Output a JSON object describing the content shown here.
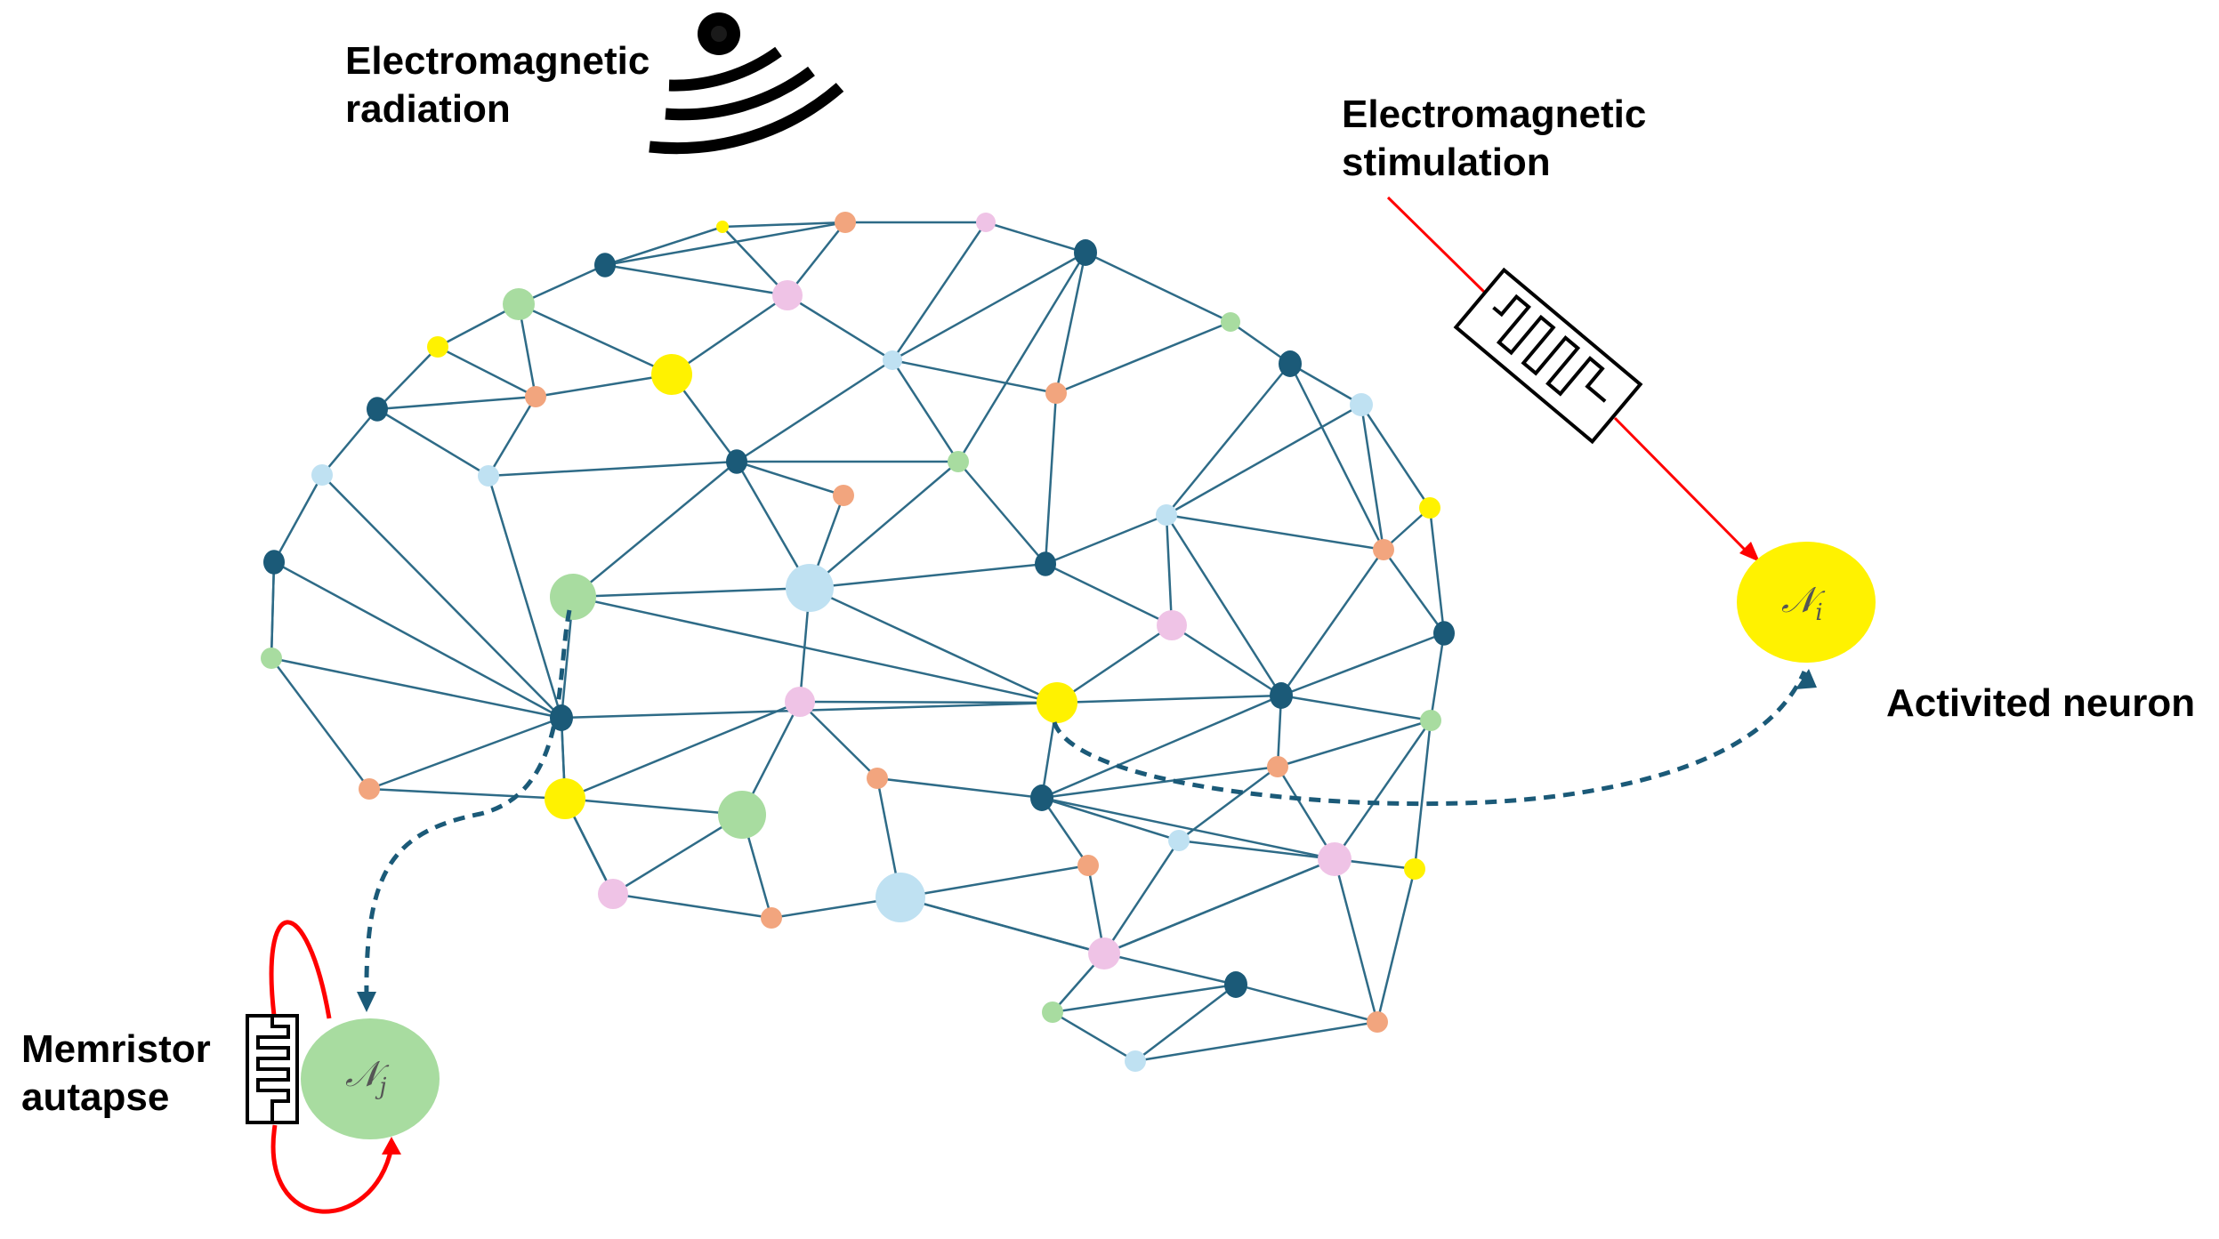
{
  "labels": {
    "radiation_line1": "Electromagnetic",
    "radiation_line2": "radiation",
    "stimulation_line1": "Electromagnetic",
    "stimulation_line2": "stimulation",
    "activated_neuron": "Activited neuron",
    "memristor_line1": "Memristor",
    "memristor_line2": "autapse",
    "neuron_i_symbol": "𝒩",
    "neuron_i_subscript": "i",
    "neuron_j_symbol": "𝒩",
    "neuron_j_subscript": "j"
  },
  "colors": {
    "edge": "#2e6b87",
    "dark_blue": "#1b5a78",
    "light_blue": "#bfe1f2",
    "green": "#a8dca0",
    "orange": "#f2a57e",
    "pink": "#efc3e6",
    "yellow": "#fff200",
    "red": "#ff0000",
    "dashed": "#1b5a78",
    "neuron_i": "#fff200",
    "neuron_j": "#a8dca0"
  },
  "icons": {
    "radiation": "wifi-signal-icon",
    "stimulation": "memristor-icon",
    "autapse": "memristor-icon"
  }
}
